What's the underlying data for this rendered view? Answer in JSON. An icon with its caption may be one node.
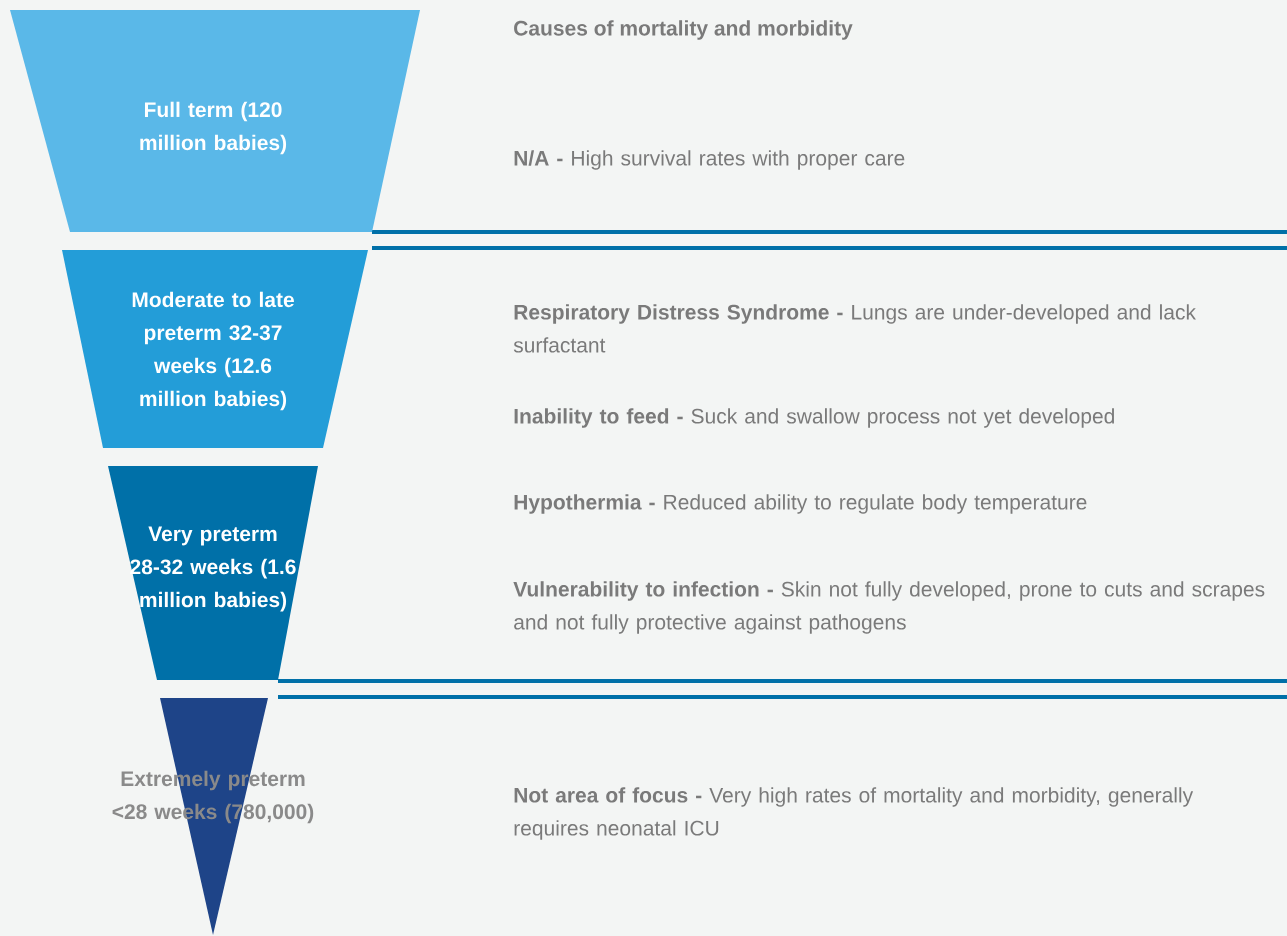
{
  "diagram": {
    "title": "Causes of mortality and morbidity",
    "nodes": [
      {
        "text": [
          "Full term (120 million babies)"
        ]
      },
      {
        "text": [
          "Moderate to late preterm 32-37 weeks (12.6 million babies)"
        ]
      },
      {
        "text": [
          "Very preterm 28-32 weeks (1.6 million babies)"
        ]
      },
      {
        "text": [
          "Extremely preterm <28 weeks (780,000)"
        ]
      }
    ],
    "labels": [
      "**N/A -** High survival rates with proper care",
      "**Respiratory Distress Syndrome -** Lungs are under-developed and lack surfactant",
      "**Inability to feed -** Suck and swallow process not yet developed",
      "**Hypothermia -** Reduced ability to regulate body temperature",
      "**Vulnerability to infection -** Skin not fully developed, prone to cuts and scrapes and not fully protective against pathogens",
      "**Not area of focus -** Very high rates of mortality and morbidity, generally requires neonatal ICU"
    ]
  }
}
